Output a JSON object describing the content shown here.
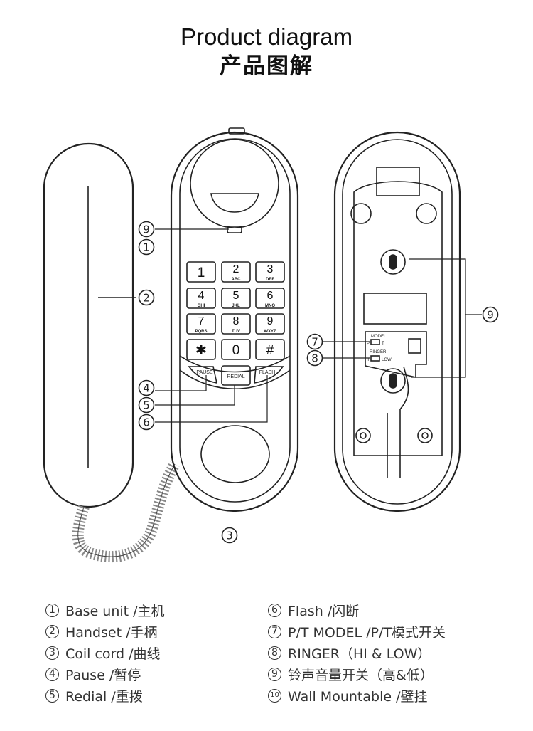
{
  "title": "Product diagram",
  "subtitle": "产品图解",
  "keypad": {
    "keys": [
      {
        "digit": "1",
        "letters": ""
      },
      {
        "digit": "2",
        "letters": "ABC"
      },
      {
        "digit": "3",
        "letters": "DEF"
      },
      {
        "digit": "4",
        "letters": "GHI"
      },
      {
        "digit": "5",
        "letters": "JKL"
      },
      {
        "digit": "6",
        "letters": "MNO"
      },
      {
        "digit": "7",
        "letters": "PQRS"
      },
      {
        "digit": "8",
        "letters": "TUV"
      },
      {
        "digit": "9",
        "letters": "WXYZ"
      },
      {
        "digit": "✱",
        "letters": ""
      },
      {
        "digit": "0",
        "letters": ""
      },
      {
        "digit": "#",
        "letters": ""
      }
    ],
    "function_keys": [
      "PAUSE",
      "REDIAL",
      "FLASH"
    ]
  },
  "switches": {
    "model_label": "MODEL",
    "model_left": "P",
    "model_right": "T",
    "ringer_label": "RINGER",
    "ringer_left": "HI",
    "ringer_right": "LOW"
  },
  "callouts": {
    "n1": "1",
    "n2": "2",
    "n3": "3",
    "n4": "4",
    "n5": "5",
    "n6": "6",
    "n7": "7",
    "n8": "8",
    "n9": "9",
    "n10": "10"
  },
  "legend": {
    "left": [
      {
        "num": "1",
        "text": "Base unit /主机"
      },
      {
        "num": "2",
        "text": "Handset /手柄"
      },
      {
        "num": "3",
        "text": "Coil cord /曲线"
      },
      {
        "num": "4",
        "text": "Pause /暂停"
      },
      {
        "num": "5",
        "text": "Redial /重拨"
      }
    ],
    "right": [
      {
        "num": "6",
        "text": "Flash /闪断"
      },
      {
        "num": "7",
        "text": "P/T MODEL /P/T模式开关"
      },
      {
        "num": "8",
        "text": "RINGER（HI & LOW）"
      },
      {
        "num": "9",
        "text": "铃声音量开关（高&低）"
      },
      {
        "num": "10",
        "text": "Wall Mountable /壁挂"
      }
    ]
  }
}
